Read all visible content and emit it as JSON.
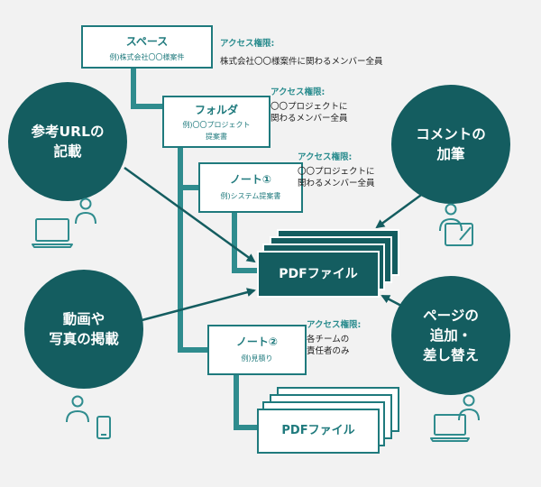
{
  "colors": {
    "teal_dark": "#145d60",
    "teal_line": "#2f8c8e",
    "teal_text": "#1f7a7d",
    "background": "#f2f2f2"
  },
  "hierarchy": {
    "space": {
      "title": "スペース",
      "example": "例)株式会社〇〇様案件"
    },
    "folder": {
      "title": "フォルダ",
      "example_line1": "例)〇〇プロジェクト",
      "example_line2": "提案書"
    },
    "note1": {
      "title": "ノート①",
      "example": "例)システム提案書"
    },
    "note2": {
      "title": "ノート②",
      "example": "例)見積り"
    },
    "pdf_main": "PDFファイル",
    "pdf_bottom": "PDFファイル"
  },
  "access": {
    "space": {
      "label": "アクセス権限:",
      "line1": "株式会社〇〇様案件に関わるメンバー全員"
    },
    "folder": {
      "label": "アクセス権限:",
      "line1": "〇〇プロジェクトに",
      "line2": "関わるメンバー全員"
    },
    "note1": {
      "label": "アクセス権限:",
      "line1": "〇〇プロジェクトに",
      "line2": "関わるメンバー全員"
    },
    "note2": {
      "label": "アクセス権限:",
      "line1": "各チームの",
      "line2": "責任者のみ"
    }
  },
  "features": {
    "url": "参考URLの\n記載",
    "comment": "コメントの\n加筆",
    "media": "動画や\n写真の掲載",
    "page": "ページの\n追加・\n差し替え"
  },
  "icons": {
    "url": "laptop-user-icon",
    "comment": "user-tablet-pen-icon",
    "media": "user-smartphone-icon",
    "page": "laptop-user-icon"
  }
}
